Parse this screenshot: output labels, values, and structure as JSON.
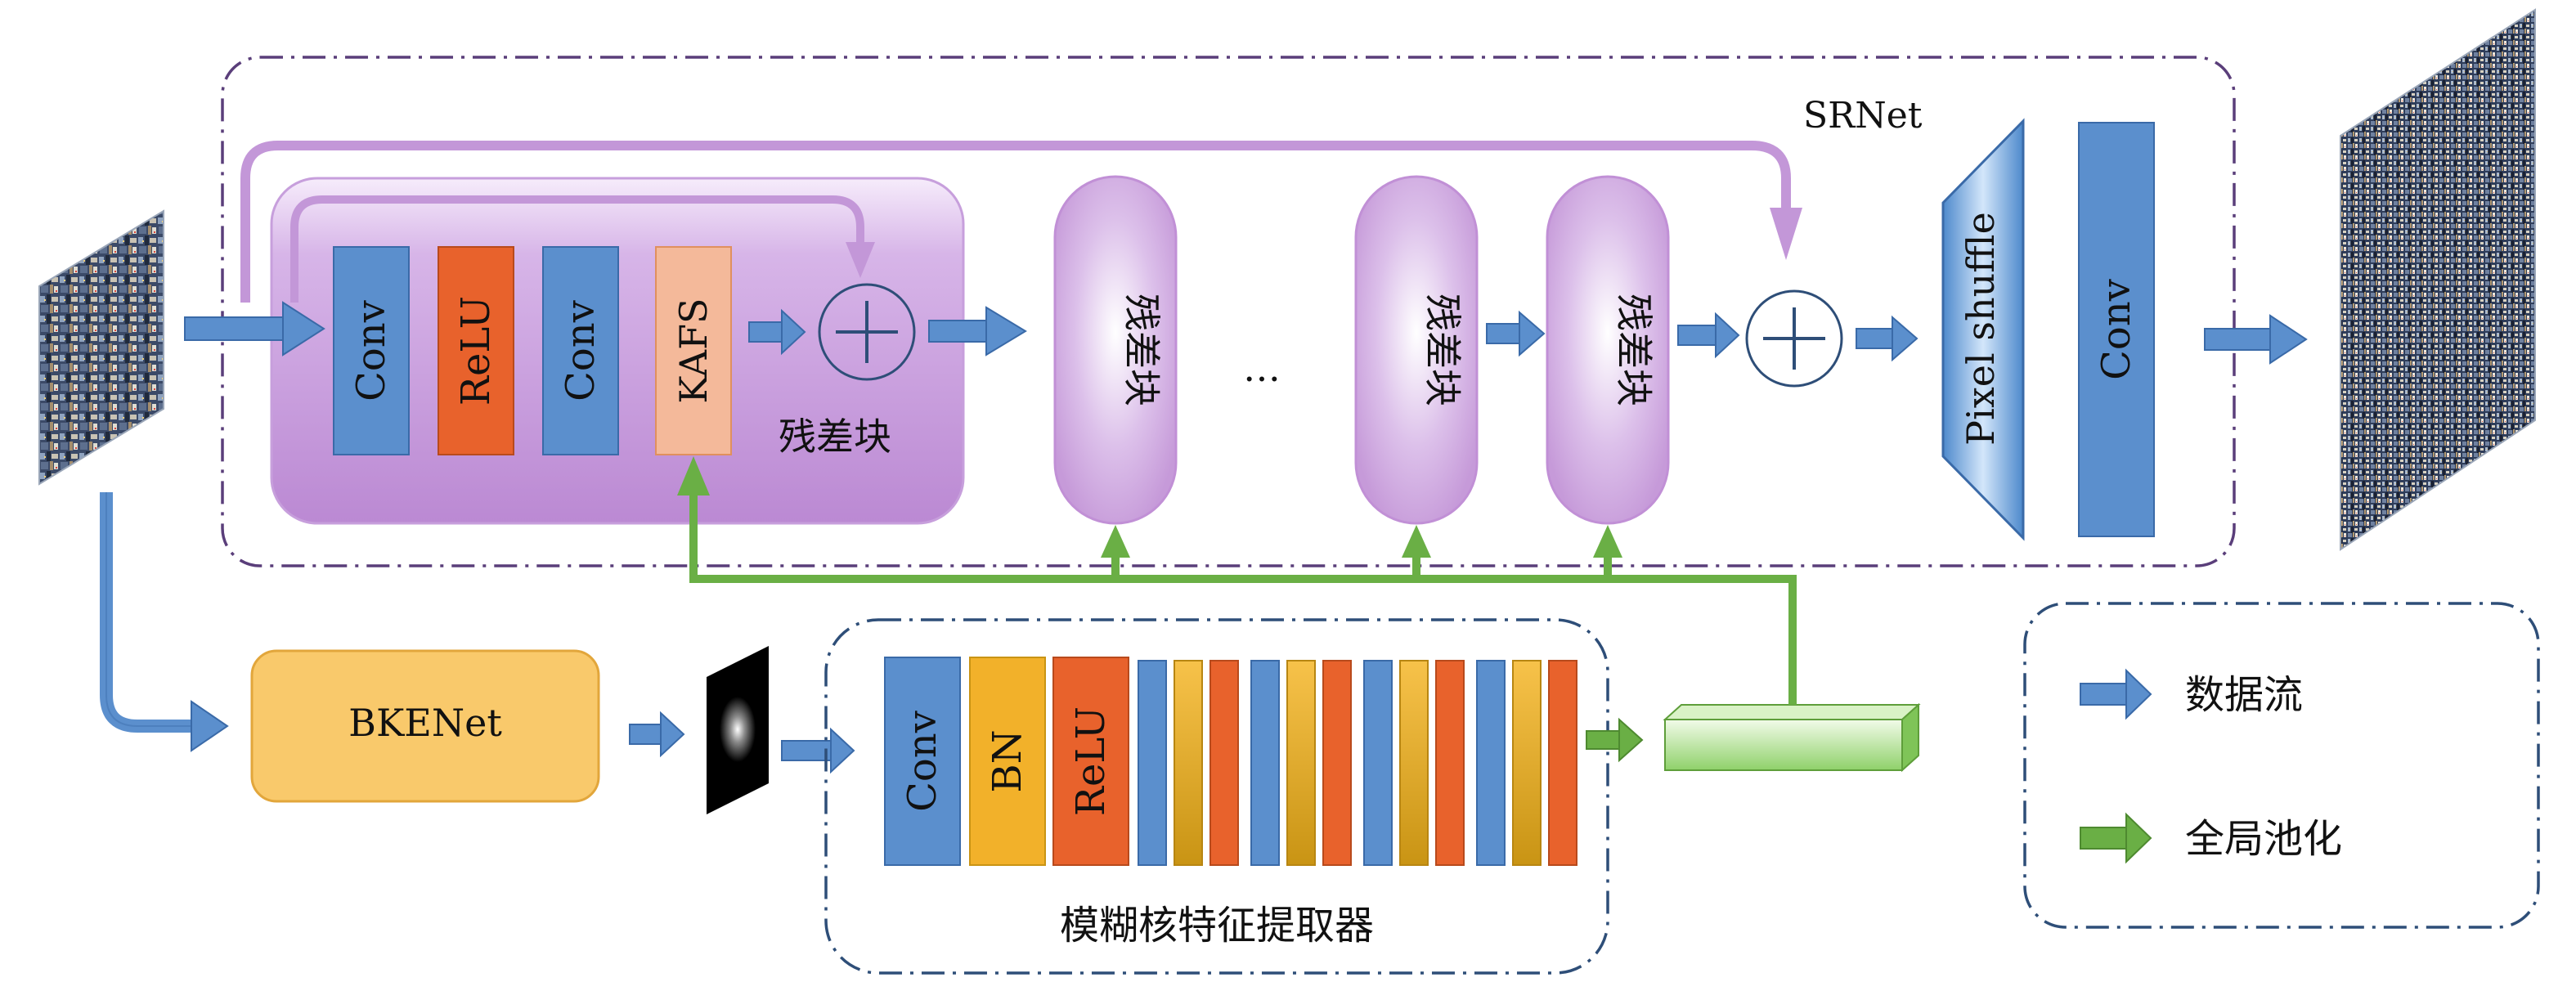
{
  "labels": {
    "srnet": "SRNet",
    "conv": "Conv",
    "relu": "ReLU",
    "kafs": "KAFS",
    "residual_block": "残差块",
    "ellipsis": "…",
    "pixel_shuffle": "Pixel shuffle",
    "bkenet": "BKENet",
    "bn": "BN",
    "blur_extractor": "模糊核特征提取器",
    "legend_data_flow": "数据流",
    "legend_global_pool": "全局池化"
  },
  "colors": {
    "blue": "#5B8FCD",
    "orange_red": "#E8622C",
    "yellow": "#F2B12A",
    "purple": "#C397D8",
    "green": "#6AAF45",
    "kafs": "#F4B99A",
    "bkenet": "#F9C96B",
    "dashed_purple": "#5A3E7A",
    "dashed_blue": "#2E4E78"
  }
}
